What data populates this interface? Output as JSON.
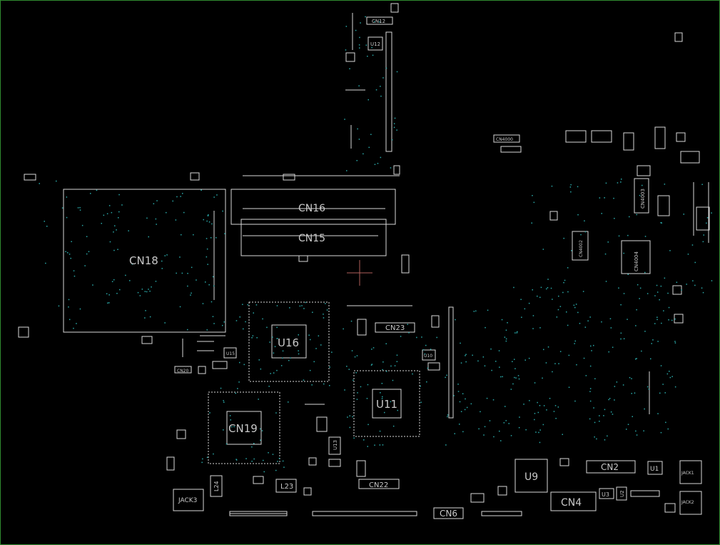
{
  "labels": {
    "cn16": "CN16",
    "cn15": "CN15",
    "cn18": "CN18",
    "u16": "U16",
    "u11": "U11",
    "cn19": "CN19",
    "cn23": "CN23",
    "cn22": "CN22",
    "cn2": "CN2",
    "cn4": "CN4",
    "cn6": "CN6",
    "u9": "U9",
    "u1": "U1",
    "u3": "U3",
    "u2": "U2",
    "l23": "L23",
    "l24": "L24",
    "jack3": "JACK3",
    "jack1": "JACK1",
    "jack2": "JACK2",
    "cn12": "CN12",
    "u12": "U12",
    "cn4003": "CN4003",
    "cn4002": "CN4002",
    "cn4004": "CN4004",
    "cn20": "CN20",
    "u15": "U15",
    "u13": "U13",
    "u10": "U10",
    "cn4000": "CN4000"
  }
}
